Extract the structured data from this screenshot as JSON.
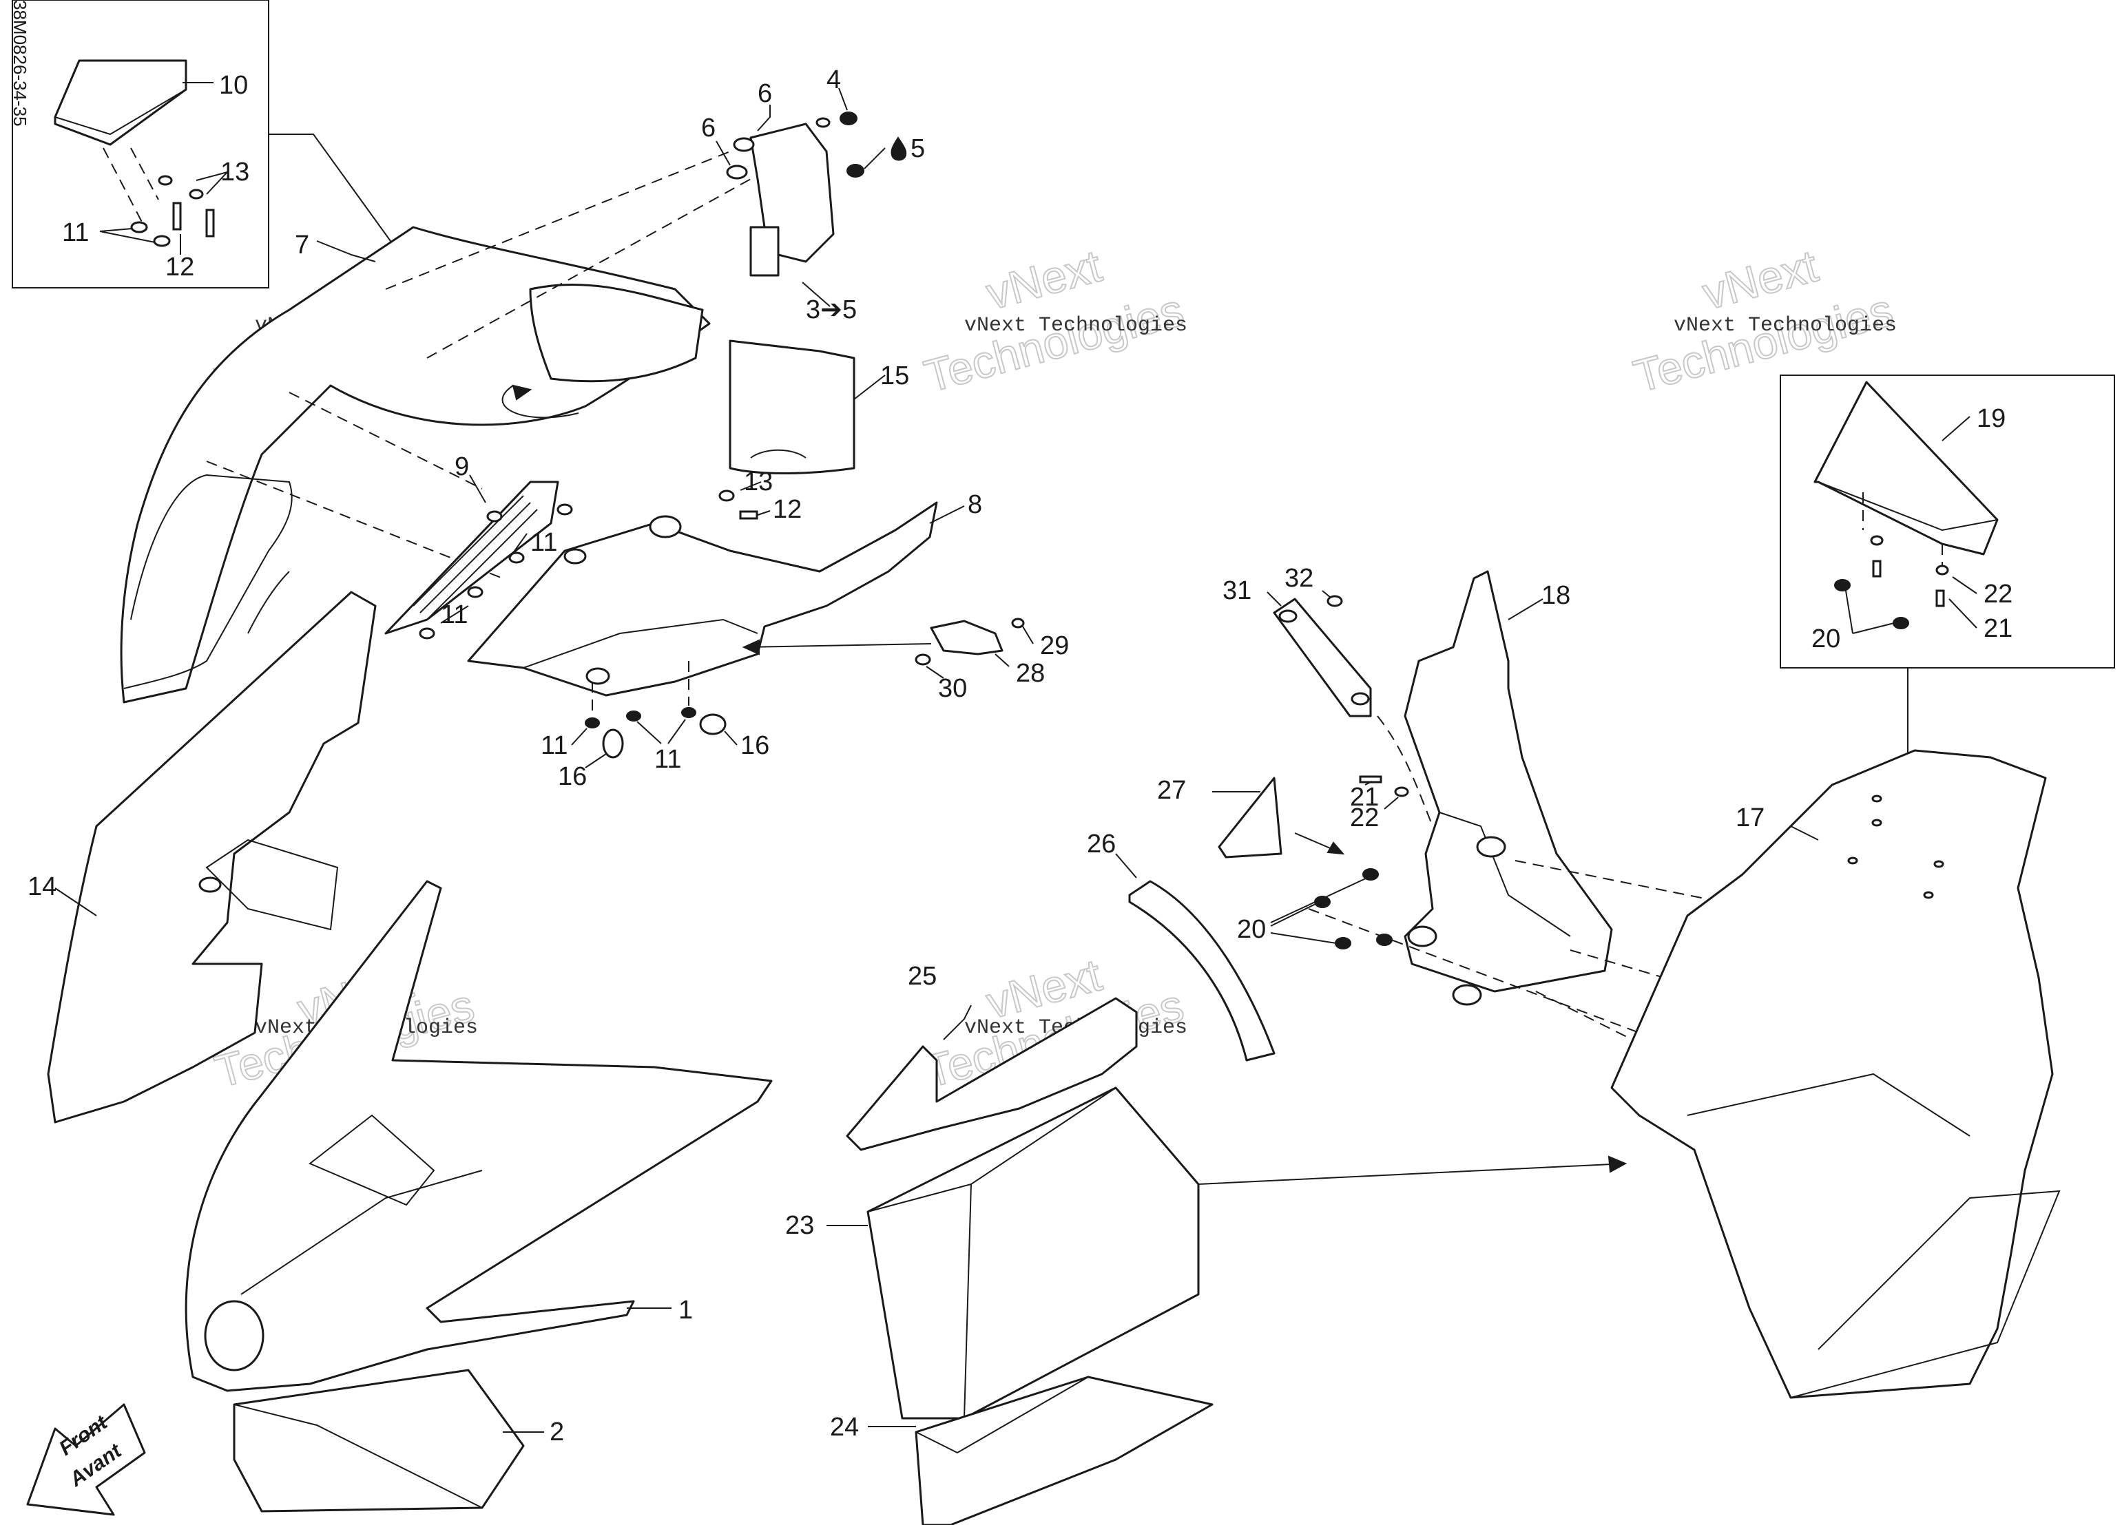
{
  "diagram": {
    "ref_code": "38M0826-34-35",
    "watermark_small": "vNext Technologies",
    "watermark_big_1": "vNext",
    "watermark_big_2": "Technologies",
    "front_label_en": "Front",
    "front_label_fr": "Avant",
    "callouts": {
      "c1": "1",
      "c2": "2",
      "c3to5": "3➔5",
      "c4": "4",
      "c5": "5",
      "c6a": "6",
      "c6b": "6",
      "c7": "7",
      "c8": "8",
      "c9": "9",
      "c10": "10",
      "c11a": "11",
      "c11b": "11",
      "c11c": "11",
      "c11d": "11",
      "c11e": "11",
      "c12a": "12",
      "c12b": "12",
      "c13a": "13",
      "c13b": "13",
      "c14": "14",
      "c15": "15",
      "c16a": "16",
      "c16b": "16",
      "c17": "17",
      "c18": "18",
      "c19": "19",
      "c20a": "20",
      "c20b": "20",
      "c21a": "21",
      "c21b": "21",
      "c22a": "22",
      "c22b": "22",
      "c23": "23",
      "c24": "24",
      "c25": "25",
      "c26": "26",
      "c27": "27",
      "c28": "28",
      "c29": "29",
      "c30": "30",
      "c31": "31",
      "c32": "32"
    }
  }
}
